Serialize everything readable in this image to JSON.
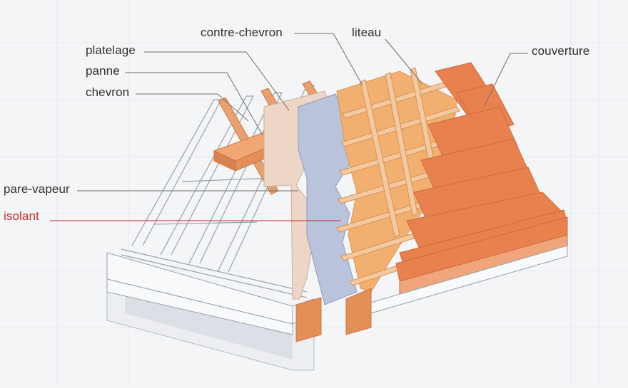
{
  "diagram": {
    "labels": {
      "platelage": "platelage",
      "panne": "panne",
      "chevron": "chevron",
      "contre_chevron": "contre-chevron",
      "liteau": "liteau",
      "couverture": "couverture",
      "pare_vapeur": "pare-vapeur",
      "isolant": "isolant"
    },
    "colors": {
      "background": "#f4f5f7",
      "tile": "#e9814f",
      "tile_edge": "#d0663a",
      "batten": "#f3c9a0",
      "insulation": "#f2b070",
      "vapour_barrier": "#b9c3dc",
      "decking": "#edd6c6",
      "frame_line": "#9aa0a8",
      "label_text": "#2f2f2f",
      "highlight": "#c8282c"
    }
  }
}
